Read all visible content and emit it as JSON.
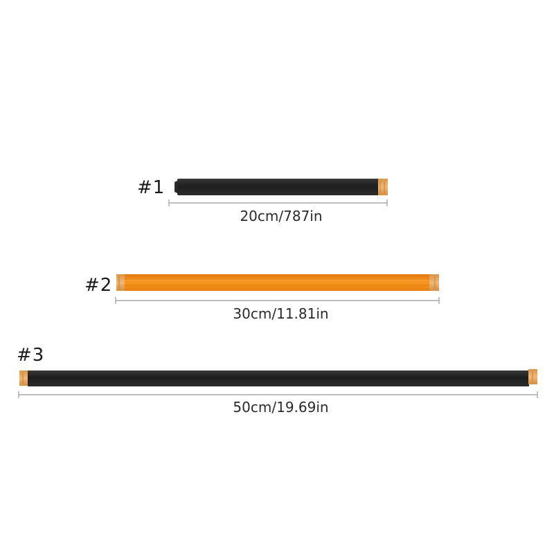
{
  "cables": [
    {
      "label": "#1",
      "measurement": "20cm/787in",
      "body_color": "#222222",
      "connector_color": "#e3a55a"
    },
    {
      "label": "#2",
      "measurement": "30cm/11.81in",
      "body_color": "#f28a1a",
      "connector_color": "#e8a05a"
    },
    {
      "label": "#3",
      "measurement": "50cm/19.69in",
      "body_color": "#232323",
      "connector_color": "#e3a55a"
    }
  ],
  "colors": {
    "dimension_line": "#9a9a9a",
    "background": "#ffffff"
  }
}
